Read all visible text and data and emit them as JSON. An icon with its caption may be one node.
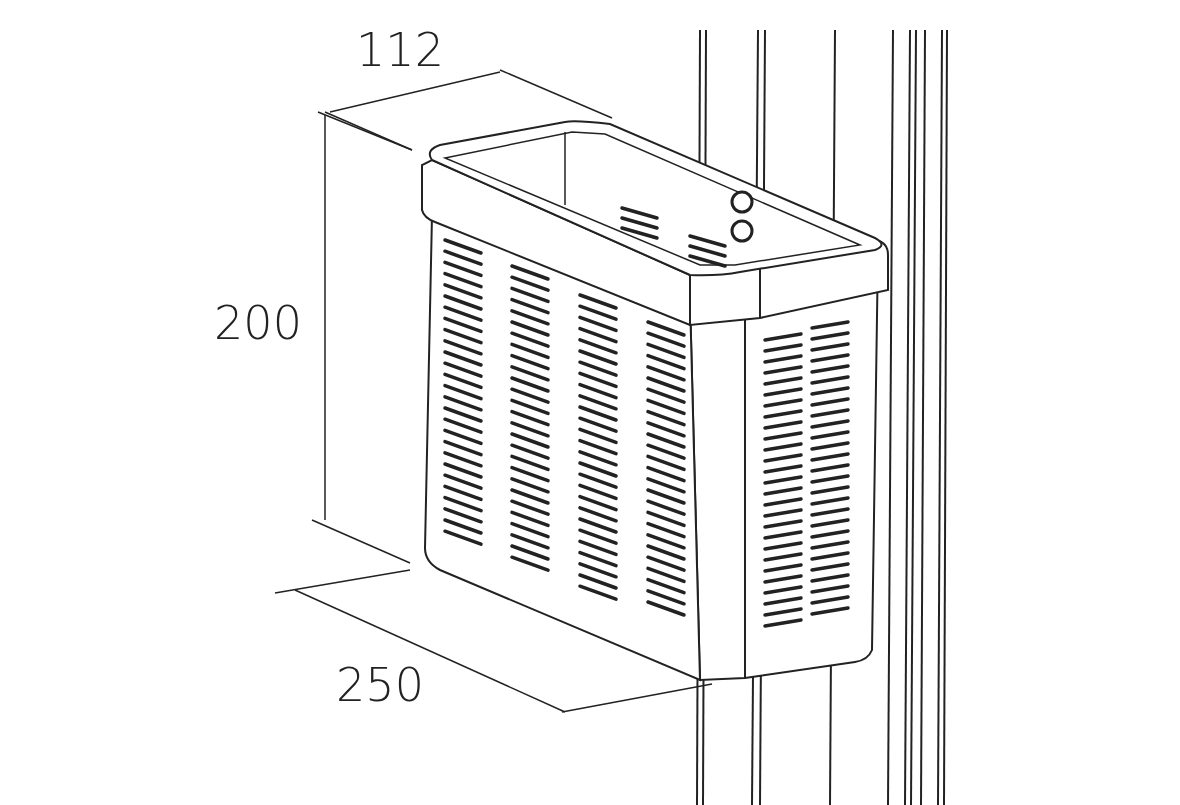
{
  "diagram": {
    "labels": [
      "112",
      "200",
      "250"
    ]
  }
}
